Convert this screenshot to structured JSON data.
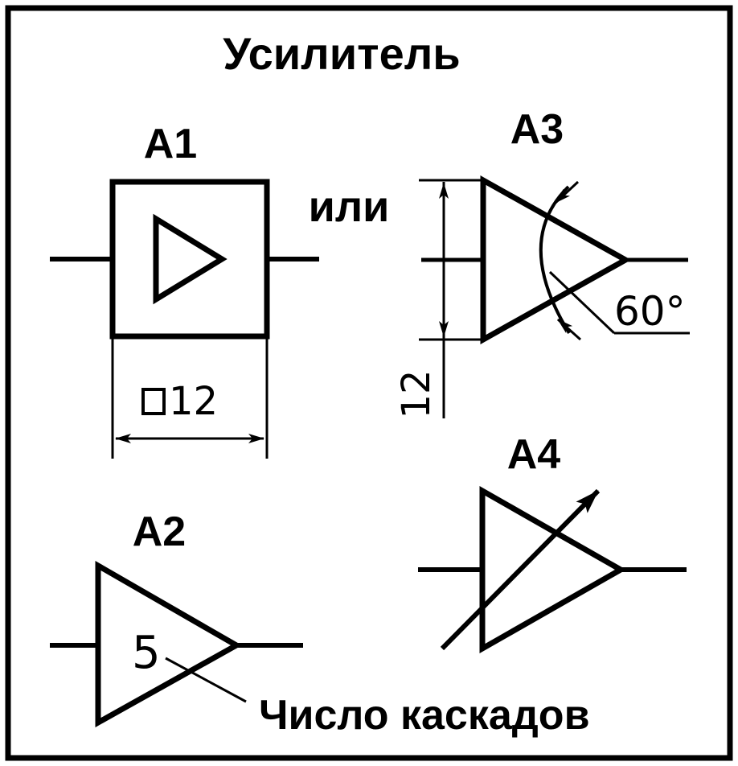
{
  "title": "Усилитель",
  "or_label": "или",
  "symbols": {
    "a1": {
      "label": "A1",
      "size_label": "12"
    },
    "a2": {
      "label": "A2",
      "stage_count": "5",
      "caption": "Число каскадов"
    },
    "a3": {
      "label": "A3",
      "height_label": "12",
      "angle_label": "60°"
    },
    "a4": {
      "label": "A4"
    }
  },
  "colors": {
    "ink": "#000000",
    "background": "#ffffff"
  }
}
